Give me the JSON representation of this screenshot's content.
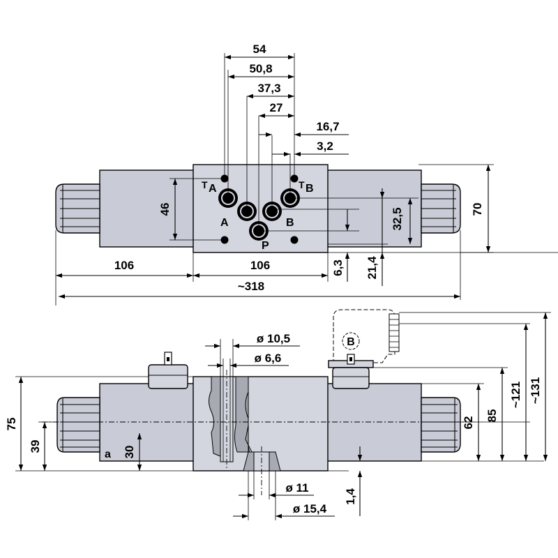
{
  "colors": {
    "body": "#c9ccd6",
    "face": "#d3d6df",
    "line": "#000000",
    "background": "#ffffff"
  },
  "top_view": {
    "dims_top": [
      "54",
      "50,8",
      "37,3",
      "27",
      "16,7",
      "3,2"
    ],
    "dim_left": "46",
    "dim_right_inner": "32,5",
    "dim_right_outer": "70",
    "dims_bottom_small": [
      "6,3",
      "21,4"
    ],
    "dims_bottom": [
      "106",
      "106",
      "~318"
    ],
    "port_labels": {
      "ta": "A",
      "tb": "B",
      "a": "A",
      "b": "B",
      "p": "P",
      "t_prefix": "T"
    }
  },
  "side_view": {
    "dims_top": [
      "ø 10,5",
      "ø 6,6"
    ],
    "dims_left": [
      "75",
      "39",
      "30"
    ],
    "label_a": "a",
    "connector_label": "B",
    "dims_right": [
      "62",
      "85",
      "~121",
      "~131"
    ],
    "dims_bottom": [
      "ø 11",
      "ø 15,4"
    ],
    "dim_small_bottom": "1,4"
  }
}
